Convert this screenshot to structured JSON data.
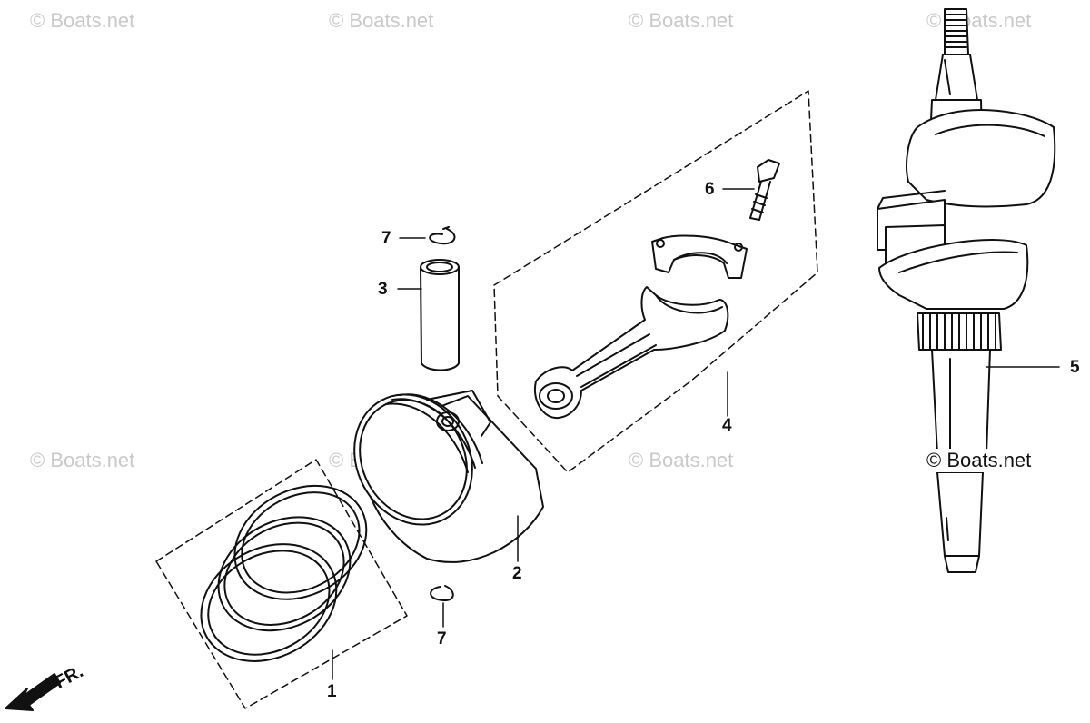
{
  "watermark": "© Boats.net",
  "watermark_main": "© Boats.net",
  "direction_label": "FR.",
  "callouts": {
    "piston_rings": "1",
    "piston": "2",
    "piston_pin": "3",
    "connecting_rod": "4",
    "crankshaft": "5",
    "rod_bolt": "6",
    "pin_clip_top": "7",
    "pin_clip_bottom": "7"
  }
}
